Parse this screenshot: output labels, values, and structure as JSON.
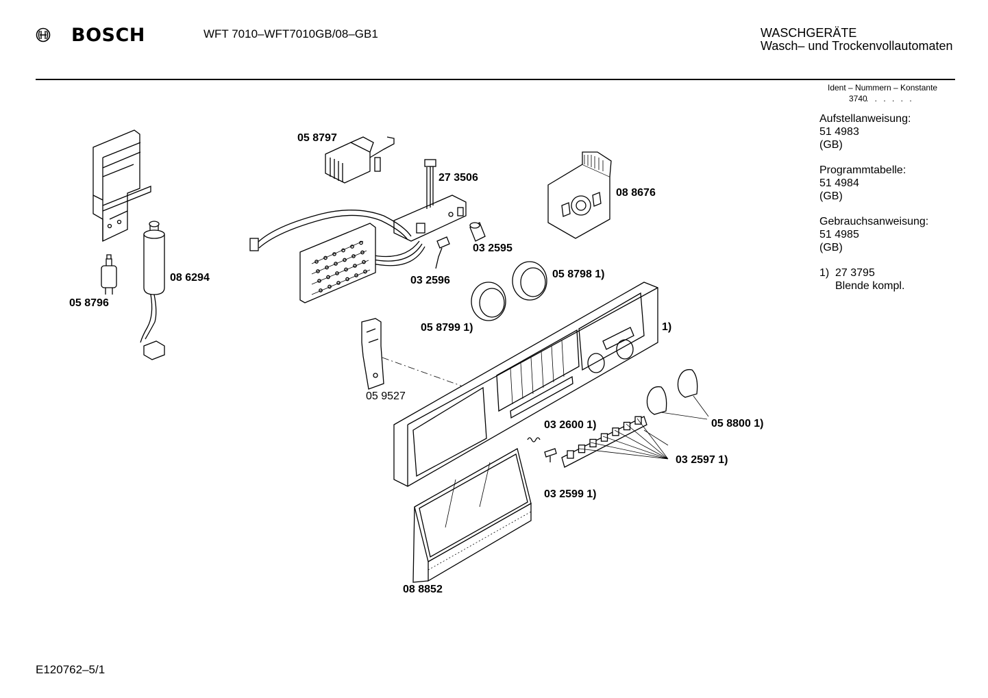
{
  "header": {
    "brand": "BOSCH",
    "model": "WFT 7010–WFT7010GB/08–GB1",
    "category_line1": "WASCHGERÄTE",
    "category_line2": "Wasch– und Trockenvollautomaten"
  },
  "ident": {
    "label": "Ident – Nummern – Konstante",
    "value": "3740",
    "dots": ". . . . . ."
  },
  "side_info": {
    "aufstell_title": "Aufstellanweisung:",
    "aufstell_num": "51 4983",
    "aufstell_lang": "(GB)",
    "programm_title": "Programmtabelle:",
    "programm_num": "51 4984",
    "programm_lang": "(GB)",
    "gebrauch_title": "Gebrauchsanweisung:",
    "gebrauch_num": "51 4985",
    "gebrauch_lang": "(GB)",
    "note_marker": "1)",
    "note_num": "27 3795",
    "note_text": "Blende kompl."
  },
  "parts": {
    "p058797": "05 8797",
    "p273506": "27 3506",
    "p088676": "08 8676",
    "p086294": "08 6294",
    "p058796": "05 8796",
    "p032595": "03 2595",
    "p032596": "03 2596",
    "p058798": "05 8798 1)",
    "p058799": "05 8799 1)",
    "p_panel": "1)",
    "p059527": "05 9527",
    "p032600": "03 2600 1)",
    "p058800": "05 8800 1)",
    "p032597": "03 2597 1)",
    "p032599": "03 2599 1)",
    "p088852": "08 8852"
  },
  "footer": {
    "code": "E120762–5/1"
  }
}
